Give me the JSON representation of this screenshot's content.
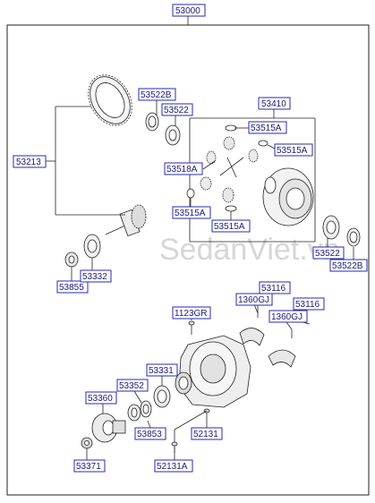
{
  "watermark": "SedanViet.vn",
  "labels": {
    "l53000": "53000",
    "l53213": "53213",
    "l53522B_a": "53522B",
    "l53522_a": "53522",
    "l53410": "53410",
    "l53515A_a": "53515A",
    "l53515A_b": "53515A",
    "l53518A": "53518A",
    "l53515A_c": "53515A",
    "l53515A_d": "53515A",
    "l53522_b": "53522",
    "l53522B_b": "53522B",
    "l53855": "53855",
    "l53332": "53332",
    "l53116_a": "53116",
    "l1360GJ_a": "1360GJ",
    "l53116_b": "53116",
    "l1360GJ_b": "1360GJ",
    "l1123GR": "1123GR",
    "l53331": "53331",
    "l53352": "53352",
    "l53360": "53360",
    "l53853": "53853",
    "l52131": "52131",
    "l53371": "53371",
    "l52131A": "52131A"
  }
}
